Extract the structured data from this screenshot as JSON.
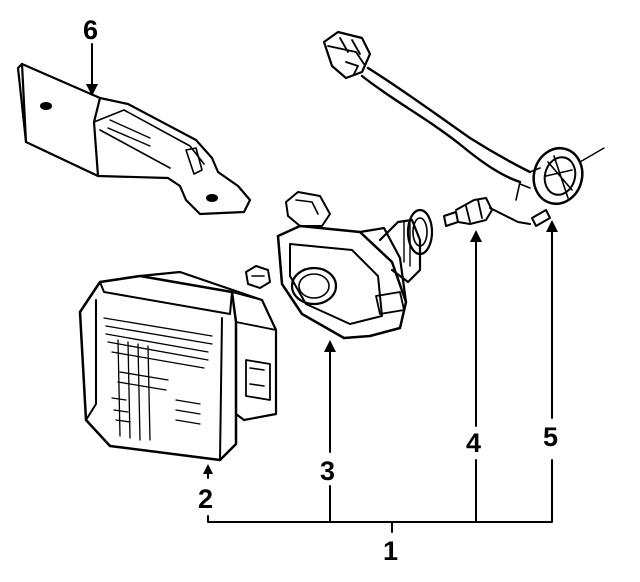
{
  "callouts": [
    {
      "id": "1",
      "text": "1"
    },
    {
      "id": "2",
      "text": "2"
    },
    {
      "id": "3",
      "text": "3"
    },
    {
      "id": "4",
      "text": "4"
    },
    {
      "id": "5",
      "text": "5"
    },
    {
      "id": "6",
      "text": "6"
    }
  ],
  "colors": {
    "ink": "#000000",
    "paper": "#ffffff"
  }
}
